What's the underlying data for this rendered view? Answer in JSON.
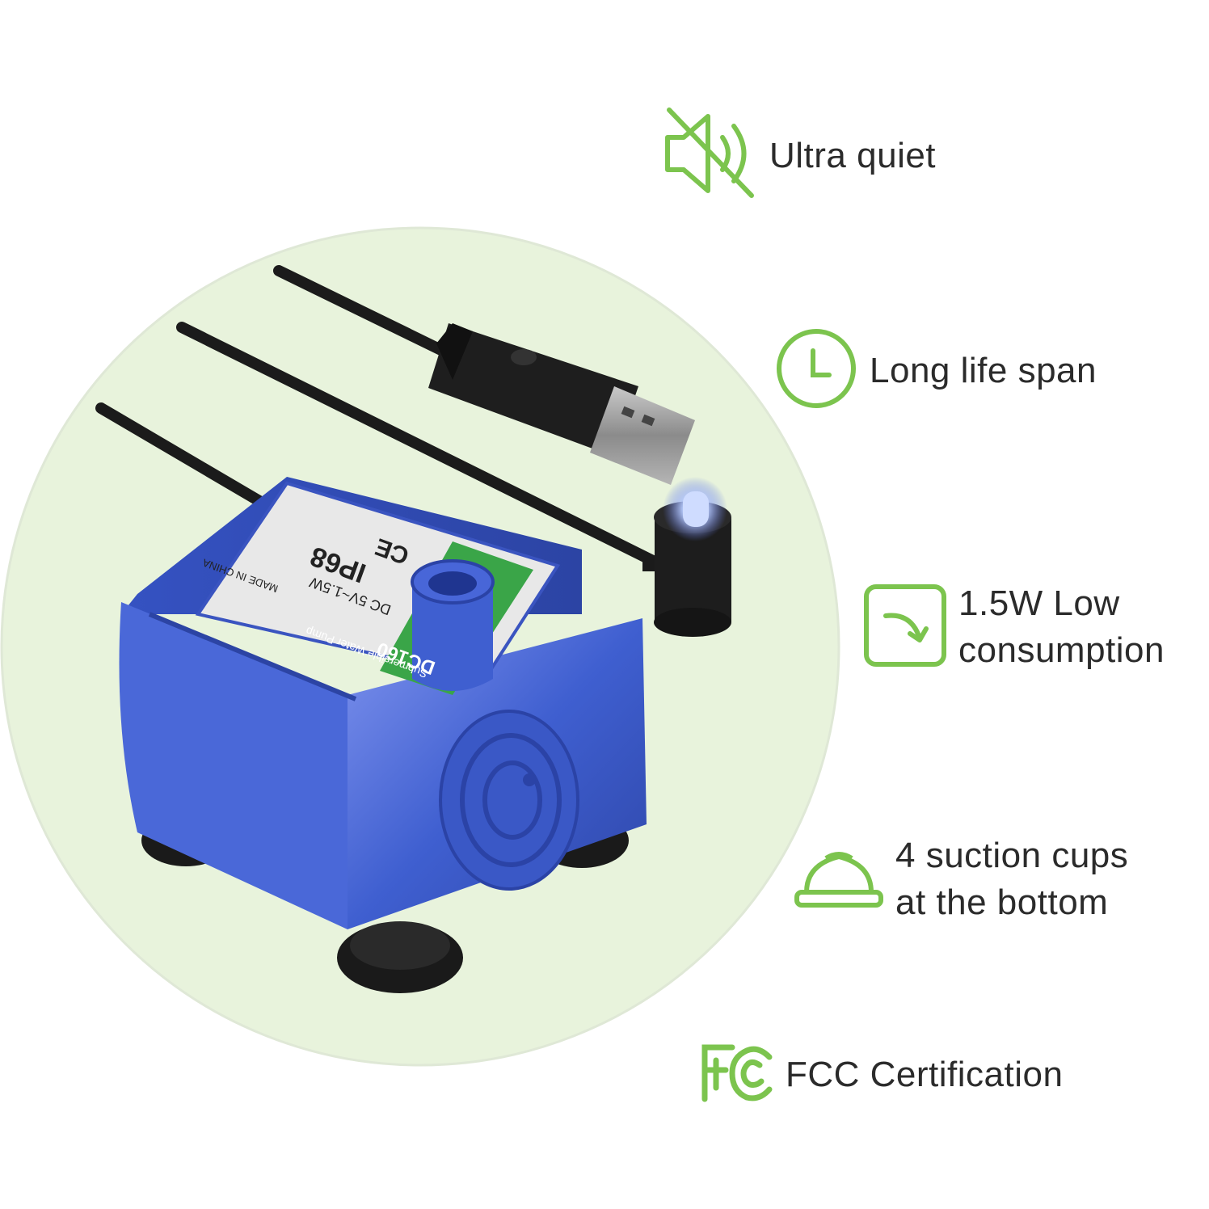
{
  "colors": {
    "accent_green": "#7cc44e",
    "circle_bg": "#e8f3dc",
    "pump_blue": "#3f5fd0",
    "cable_black": "#1b1b1b",
    "text": "#2b2b2b"
  },
  "features": [
    {
      "icon": "speaker-muted-icon",
      "label": "Ultra quiet"
    },
    {
      "icon": "clock-icon",
      "label": "Long life span"
    },
    {
      "icon": "arrow-down-curve-icon",
      "label": "1.5W Low\nconsumption"
    },
    {
      "icon": "suction-cup-icon",
      "label": "4 suction cups\nat the bottom"
    },
    {
      "icon": "fcc-logo-icon",
      "label": "FCC Certification"
    }
  ],
  "pump_label": {
    "ce_mark": "CE",
    "rating": "IP68",
    "voltage": "DC 5V~1.5W",
    "origin": "MADE IN CHINA",
    "model": "DC160",
    "product": "Submersible Water Pump"
  }
}
